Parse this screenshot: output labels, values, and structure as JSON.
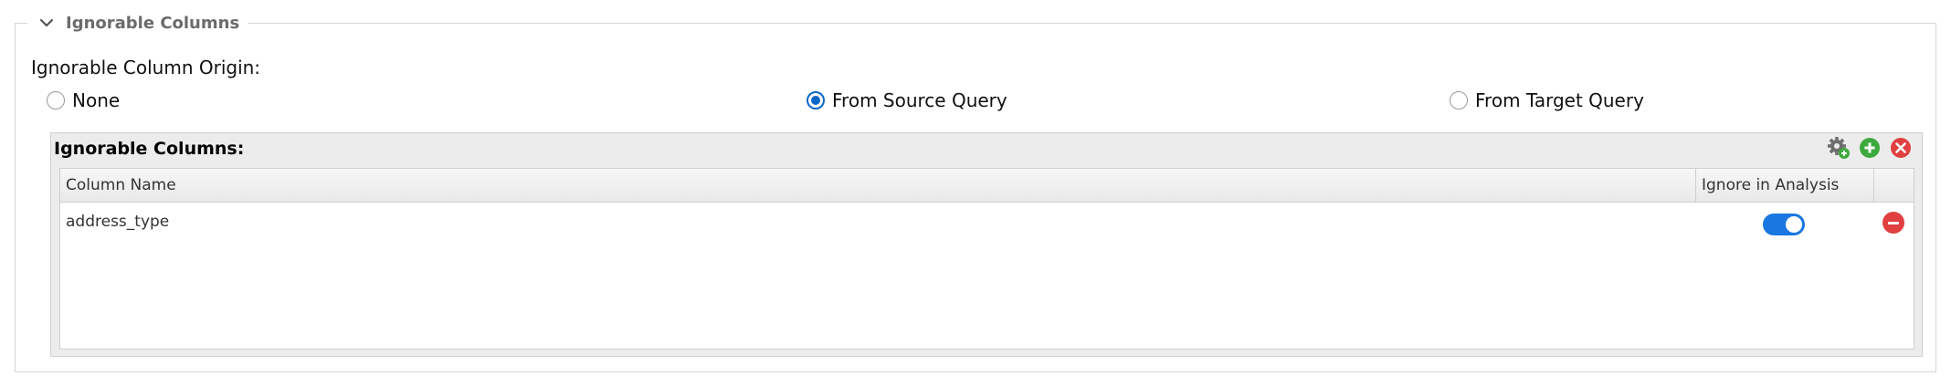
{
  "section": {
    "title": "Ignorable Columns",
    "origin_label": "Ignorable Column Origin:",
    "origin_options": [
      {
        "label": "None",
        "checked": false
      },
      {
        "label": "From Source Query",
        "checked": true
      },
      {
        "label": "From Target Query",
        "checked": false
      }
    ]
  },
  "panel": {
    "title": "Ignorable Columns:",
    "tools": {
      "settings_icon": "gear-plus-icon",
      "add_icon": "plus-circle-icon",
      "clear_icon": "close-circle-icon"
    },
    "columns": [
      "Column Name",
      "Ignore in Analysis"
    ],
    "rows": [
      {
        "column_name": "address_type",
        "ignore_in_analysis": true
      }
    ]
  },
  "colors": {
    "accent": "#0b67c7",
    "toggle_on": "#1877e0",
    "add_green": "#3daa3d",
    "delete_red": "#e04040"
  }
}
